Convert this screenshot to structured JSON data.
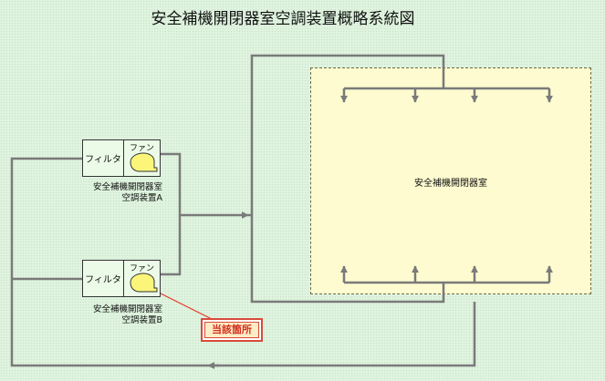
{
  "title": "安全補機開閉器室空調装置概略系統図",
  "room": {
    "label": "安全補機開閉器室"
  },
  "units": [
    {
      "id": "A",
      "filter_label": "フィルタ",
      "fan_label": "ファン",
      "caption_line1": "安全補機開閉器室",
      "caption_line2": "空調装置A",
      "fan_icon": "fan-icon"
    },
    {
      "id": "B",
      "filter_label": "フィルタ",
      "fan_label": "ファン",
      "caption_line1": "安全補機開閉器室",
      "caption_line2": "空調装置B",
      "fan_icon": "fan-icon"
    }
  ],
  "callout": {
    "label": "当該箇所",
    "color": "#d32f1f"
  },
  "colors": {
    "duct": "#7a7a7a",
    "room_fill": "#fdfbcf",
    "background": "#dff3df",
    "unit_fill": "#ecfbe8"
  }
}
